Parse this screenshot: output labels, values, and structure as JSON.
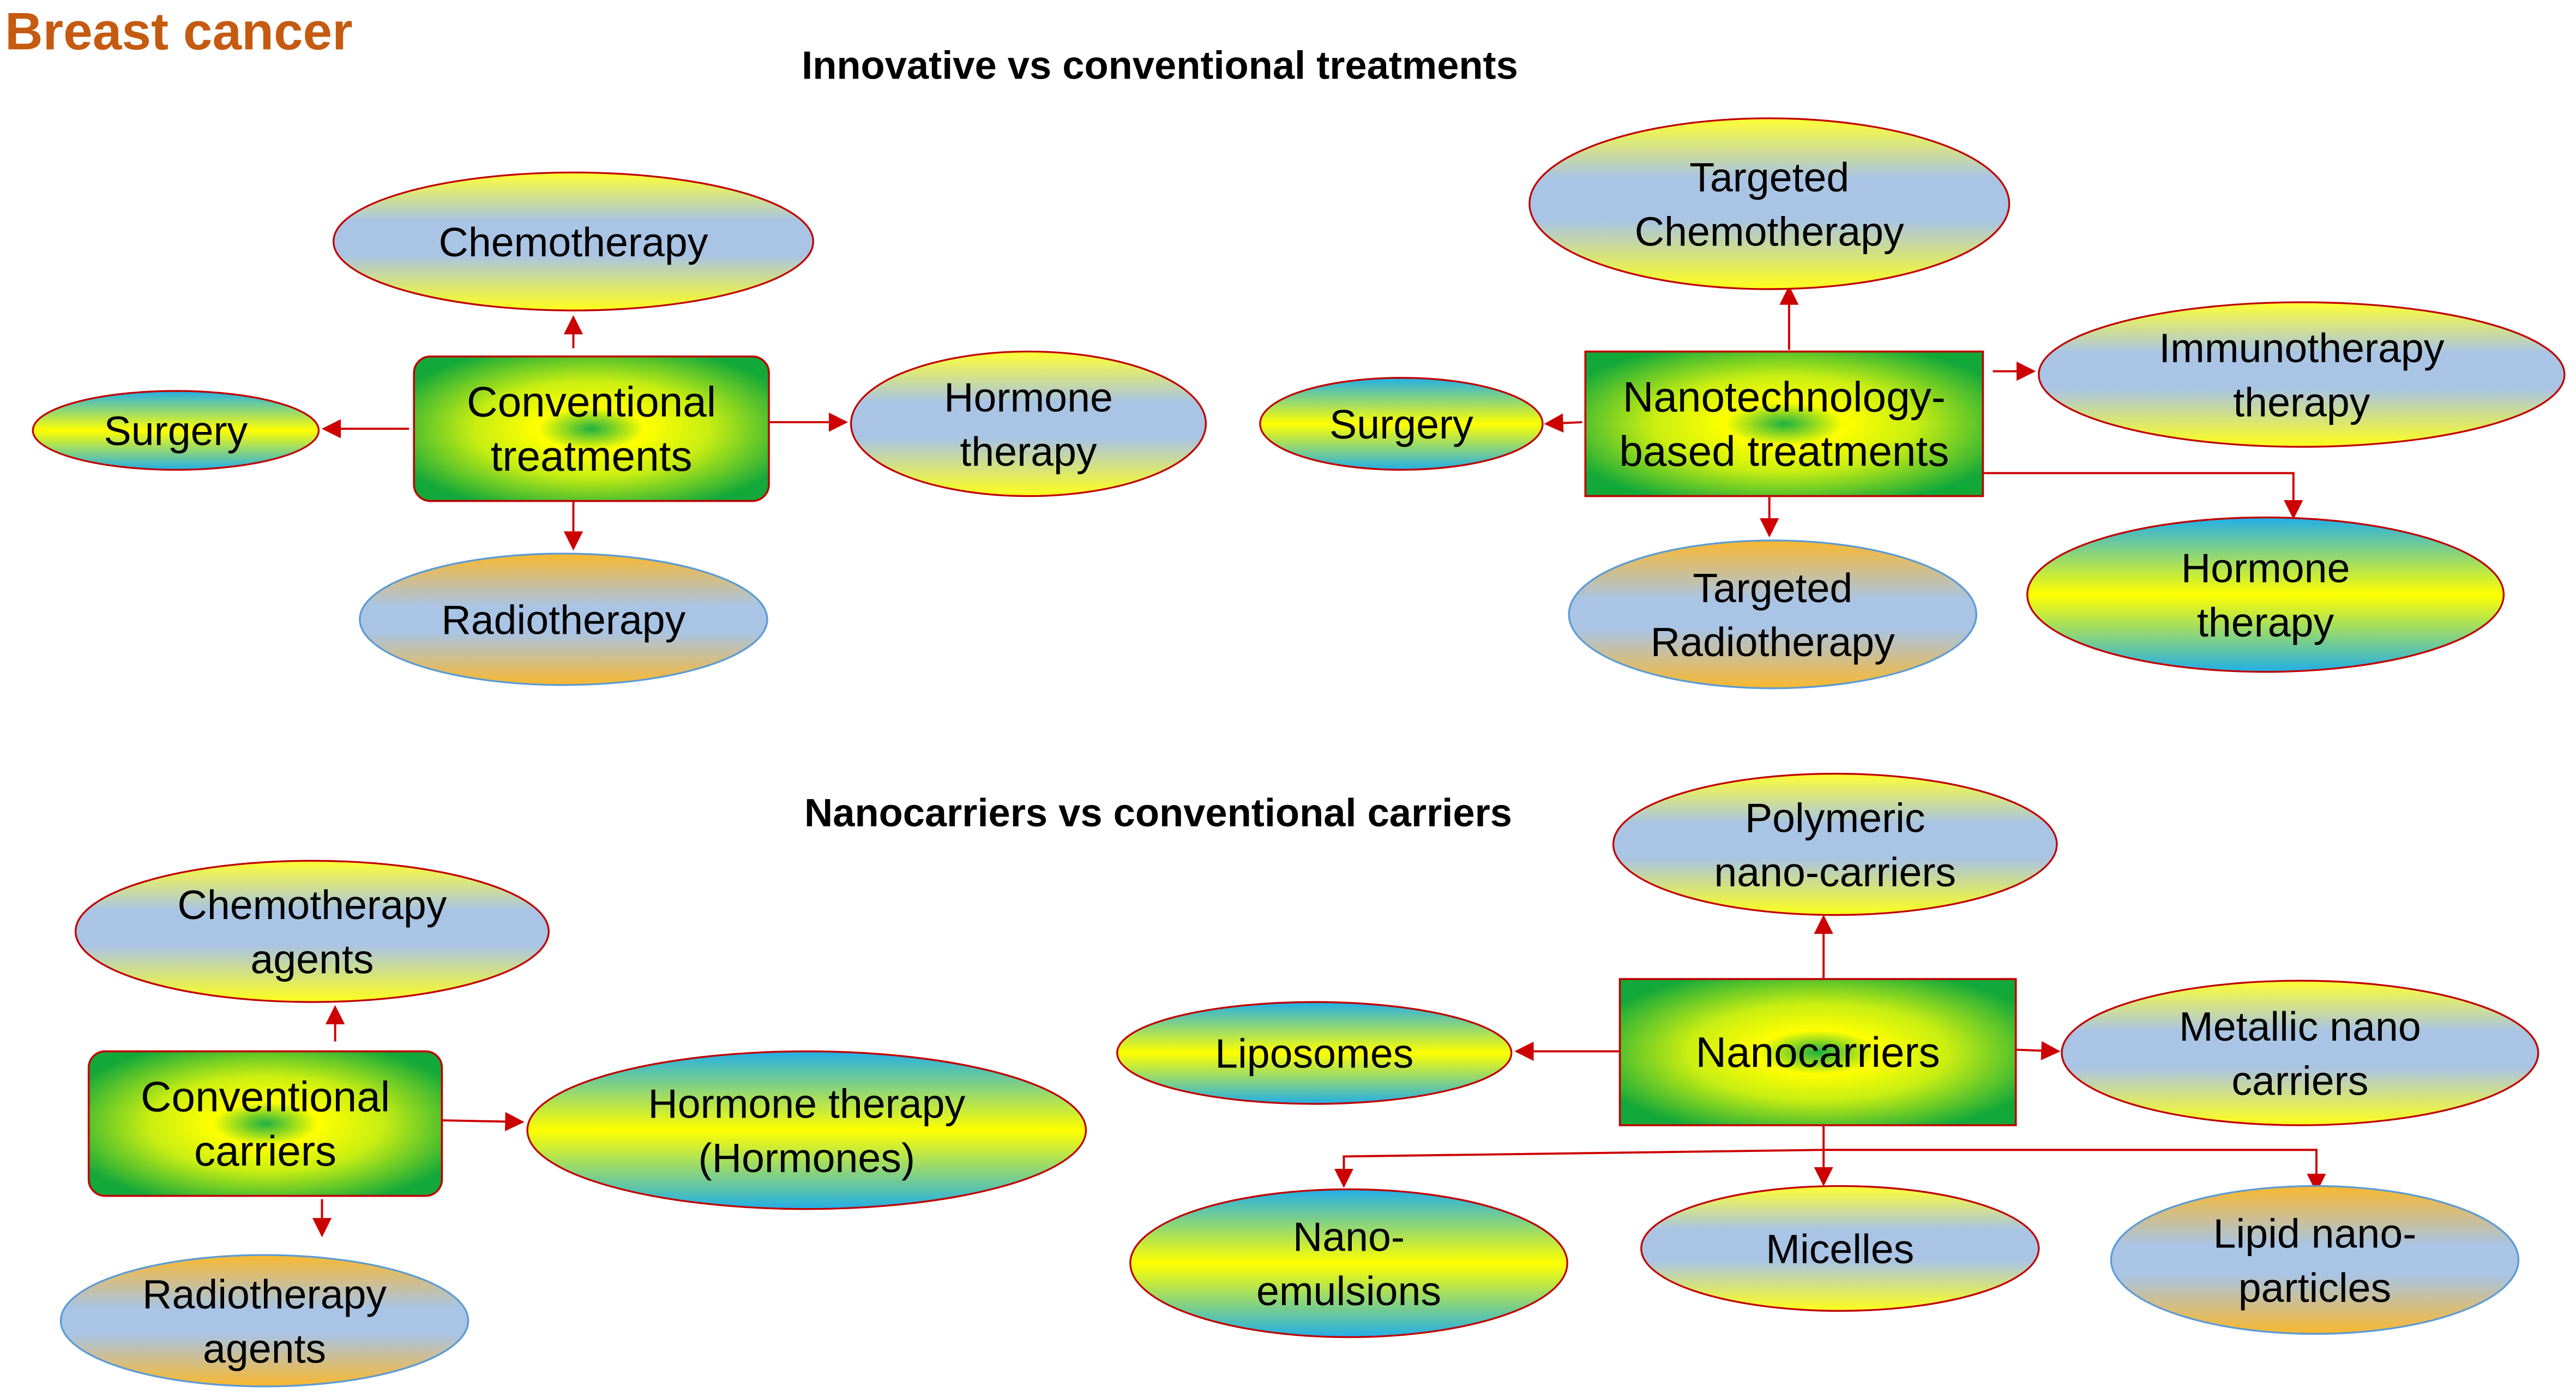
{
  "title": "Breast cancer",
  "colors": {
    "title": "#c55a11",
    "arrow": "#cc0000",
    "outline_red": "#c00000",
    "outline_blue": "#5b9bd5",
    "yellow": "#ffff00",
    "light_blue": "#a9c4e4",
    "sky_blue": "#22aee8",
    "orange": "#f9b82f",
    "green": "#1fb141"
  },
  "sections": [
    {
      "id": "treatments",
      "heading": "Innovative vs conventional treatments",
      "groups": [
        {
          "id": "conventional-treatments",
          "hub": {
            "lines": [
              "Conventional",
              "treatments"
            ]
          },
          "children": [
            {
              "id": "chemotherapy",
              "lines": [
                "Chemotherapy"
              ],
              "style": "yellow-blue"
            },
            {
              "id": "surgery",
              "lines": [
                "Surgery"
              ],
              "style": "blue-yellow"
            },
            {
              "id": "hormone-therapy",
              "lines": [
                "Hormone",
                "therapy"
              ],
              "style": "yellow-blue"
            },
            {
              "id": "radiotherapy",
              "lines": [
                "Radiotherapy"
              ],
              "style": "orange-blue"
            }
          ]
        },
        {
          "id": "nanotechnology-treatments",
          "hub": {
            "lines": [
              "Nanotechnology-",
              "based treatments"
            ]
          },
          "children": [
            {
              "id": "targeted-chemotherapy",
              "lines": [
                "Targeted",
                "Chemotherapy"
              ],
              "style": "yellow-blue"
            },
            {
              "id": "surgery",
              "lines": [
                "Surgery"
              ],
              "style": "blue-yellow"
            },
            {
              "id": "immunotherapy",
              "lines": [
                "Immunotherapy",
                "therapy"
              ],
              "style": "yellow-blue"
            },
            {
              "id": "targeted-radiotherapy",
              "lines": [
                "Targeted",
                "Radiotherapy"
              ],
              "style": "orange-blue"
            },
            {
              "id": "hormone-therapy",
              "lines": [
                "Hormone",
                "therapy"
              ],
              "style": "blue-yellow"
            }
          ]
        }
      ]
    },
    {
      "id": "carriers",
      "heading": "Nanocarriers vs conventional carriers",
      "groups": [
        {
          "id": "conventional-carriers",
          "hub": {
            "lines": [
              "Conventional",
              "carriers"
            ]
          },
          "children": [
            {
              "id": "chemotherapy-agents",
              "lines": [
                "Chemotherapy",
                "agents"
              ],
              "style": "yellow-blue"
            },
            {
              "id": "hormone-therapy-hormones",
              "lines": [
                "Hormone therapy",
                "(Hormones)"
              ],
              "style": "blue-yellow"
            },
            {
              "id": "radiotherapy-agents",
              "lines": [
                "Radiotherapy",
                "agents"
              ],
              "style": "orange-blue"
            }
          ]
        },
        {
          "id": "nanocarriers",
          "hub": {
            "lines": [
              "Nanocarriers"
            ]
          },
          "children": [
            {
              "id": "polymeric-nano-carriers",
              "lines": [
                "Polymeric",
                "nano-carriers"
              ],
              "style": "yellow-blue"
            },
            {
              "id": "liposomes",
              "lines": [
                "Liposomes"
              ],
              "style": "blue-yellow"
            },
            {
              "id": "metallic-nano-carriers",
              "lines": [
                "Metallic nano",
                "carriers"
              ],
              "style": "yellow-blue"
            },
            {
              "id": "nano-emulsions",
              "lines": [
                "Nano-",
                "emulsions"
              ],
              "style": "blue-yellow"
            },
            {
              "id": "micelles",
              "lines": [
                "Micelles"
              ],
              "style": "yellow-blue"
            },
            {
              "id": "lipid-nano-particles",
              "lines": [
                "Lipid nano-",
                "particles"
              ],
              "style": "orange-blue"
            }
          ]
        }
      ]
    }
  ]
}
